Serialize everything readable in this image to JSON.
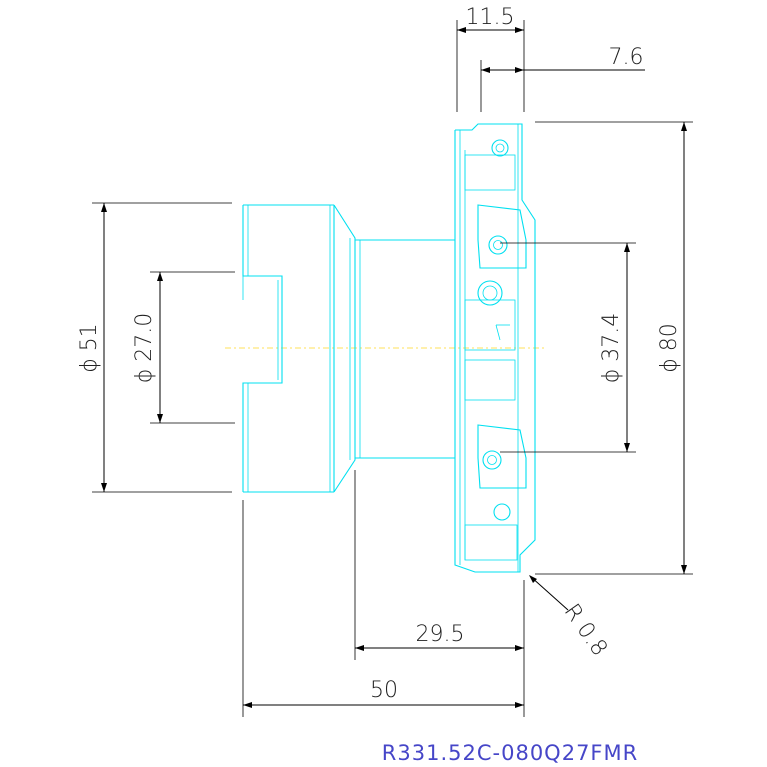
{
  "dimensions": {
    "width_11_5": "11.5",
    "width_7_6": "7.6",
    "dia_51": "ϕ 51",
    "dia_27": "ϕ 27.0",
    "dia_37_4": "ϕ 37.4",
    "dia_80": "ϕ 80",
    "len_29_5": "29.5",
    "len_50": "50",
    "radius": "R 0.8"
  },
  "model": "R331.52C-080Q27FMR",
  "colors": {
    "part": "#00e0f0",
    "dimension": "#000000",
    "centerline": "#ffe15a",
    "model_text": "#4646c8"
  }
}
